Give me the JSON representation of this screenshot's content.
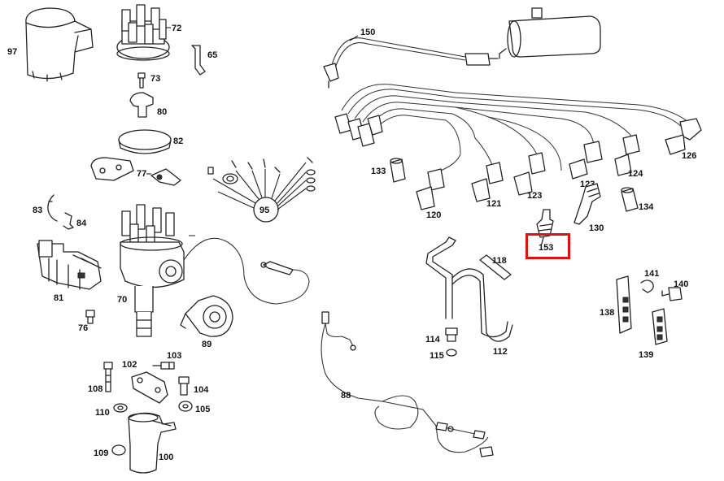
{
  "diagram": {
    "highlight_color": "#e01010",
    "highlighted_callout": "153",
    "callouts": {
      "c97": "97",
      "c72": "72",
      "c65": "65",
      "c73": "73",
      "c80": "80",
      "c82": "82",
      "c77": "77",
      "c95": "95",
      "c83": "83",
      "c84": "84",
      "c81": "81",
      "c70": "70",
      "c76": "76",
      "c89": "89",
      "c102": "102",
      "c103": "103",
      "c108": "108",
      "c104": "104",
      "c110": "110",
      "c105": "105",
      "c109": "109",
      "c100": "100",
      "c150": "150",
      "c126": "126",
      "c133": "133",
      "c124": "124",
      "c123a": "123",
      "c123b": "123",
      "c121": "121",
      "c120": "120",
      "c134": "134",
      "c130": "130",
      "c153": "153",
      "c118": "118",
      "c141": "141",
      "c140": "140",
      "c138": "138",
      "c139": "139",
      "c114": "114",
      "c115": "115",
      "c112": "112",
      "c88": "88"
    }
  }
}
